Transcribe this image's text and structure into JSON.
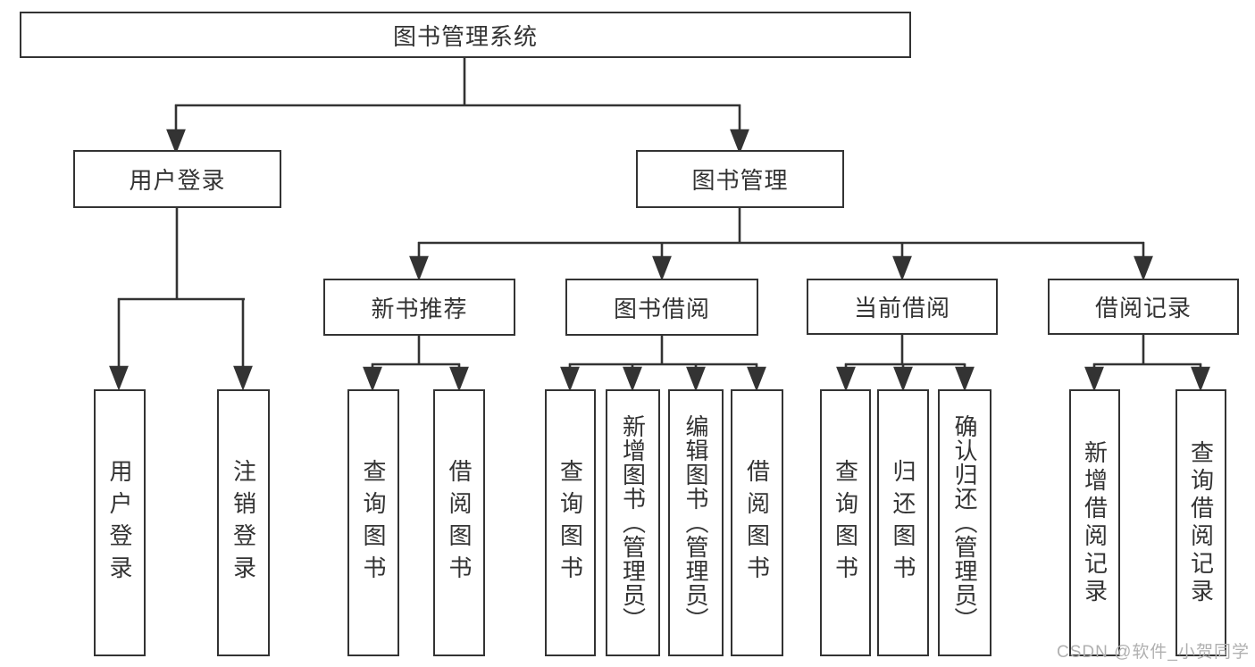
{
  "diagram_type": "hierarchy-tree",
  "tree": {
    "label": "图书管理系统",
    "children": [
      {
        "label": "用户登录",
        "children": [
          {
            "label": "用户登录"
          },
          {
            "label": "注销登录"
          }
        ]
      },
      {
        "label": "图书管理",
        "children": [
          {
            "label": "新书推荐",
            "children": [
              {
                "label": "查询图书"
              },
              {
                "label": "借阅图书"
              }
            ]
          },
          {
            "label": "图书借阅",
            "children": [
              {
                "label": "查询图书"
              },
              {
                "label": "新增图书（管理员）"
              },
              {
                "label": "编辑图书（管理员）"
              },
              {
                "label": "借阅图书"
              }
            ]
          },
          {
            "label": "当前借阅",
            "children": [
              {
                "label": "查询图书"
              },
              {
                "label": "归还图书"
              },
              {
                "label": "确认归还（管理员）"
              }
            ]
          },
          {
            "label": "借阅记录",
            "children": [
              {
                "label": "新增借阅记录"
              },
              {
                "label": "查询借阅记录"
              }
            ]
          }
        ]
      }
    ]
  },
  "watermark": {
    "text": "CSDN @软件_小贺同学"
  },
  "colors": {
    "line": "#333333",
    "box_border": "#333333",
    "text": "#333333",
    "watermark": "#b0b0b0",
    "background": "#ffffff"
  }
}
